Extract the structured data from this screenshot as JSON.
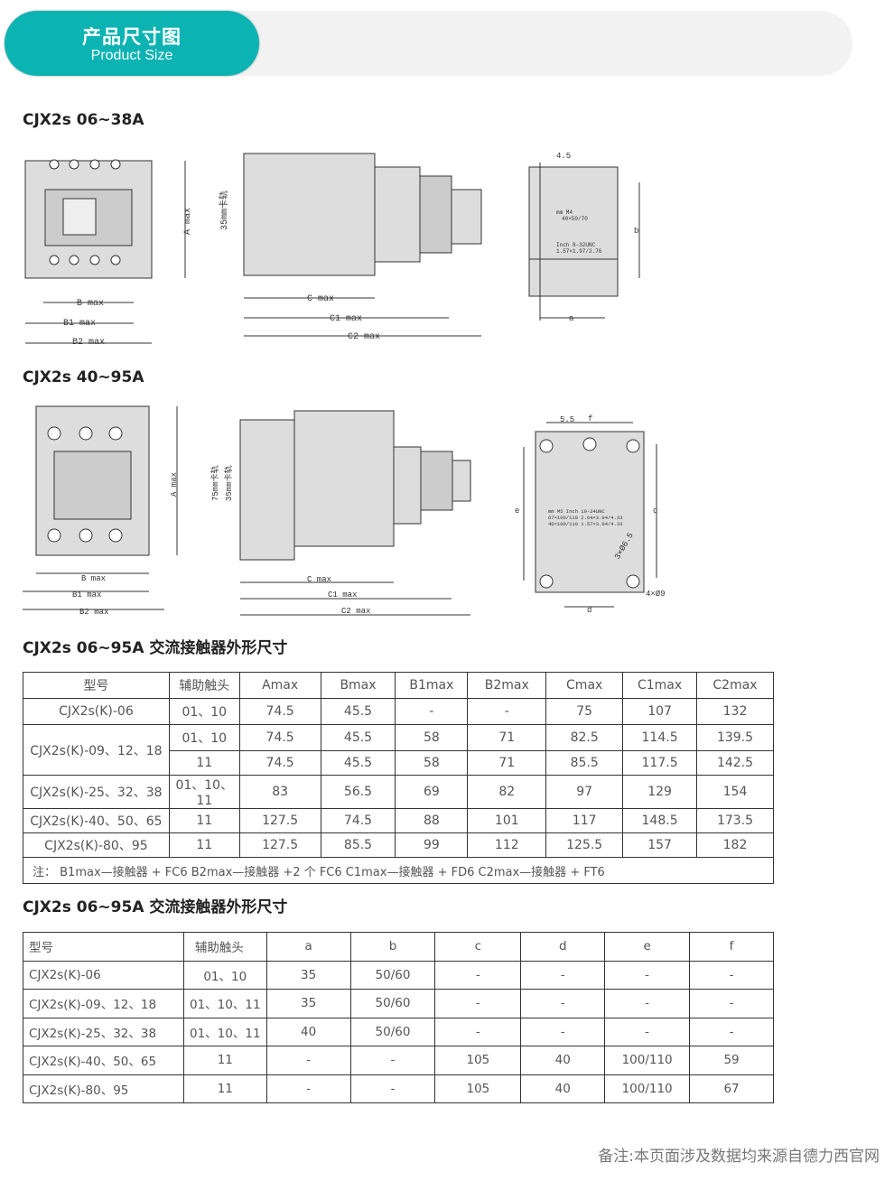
{
  "header": {
    "title_cn": "产品尺寸图",
    "title_en": "Product Size"
  },
  "section1": {
    "title": "CJX2s 06~38A",
    "labels": {
      "a": "A max",
      "b": "B max",
      "b1": "B1 max",
      "b2": "B2 max",
      "c": "C max",
      "c1": "C1 max",
      "c2": "C2 max",
      "rail": "35mm卡轨",
      "dim45": "4.5",
      "mount_a": "a",
      "mount_b": "b",
      "plate_mm": "mm        M4",
      "plate_mm2": "40×50/70",
      "plate_in": "Inch 8-32UNC",
      "plate_in2": "1.57×1.97/2.76"
    }
  },
  "section2": {
    "title": "CJX2s 40~95A",
    "labels": {
      "a": "A max",
      "b": "B max",
      "b1": "B1 max",
      "b2": "B2 max",
      "c": "C max",
      "c1": "C1 max",
      "c2": "C2 max",
      "rail75": "75mm卡轨",
      "rail35": "35mm卡轨",
      "dim55": "5.5",
      "f": "f",
      "e": "e",
      "c_dim": "c",
      "d": "d",
      "holes3": "3×Ø6.5",
      "holes4": "4×Ø9",
      "plate1": "mm    M5   Inch  10-24UNC",
      "plate2": "67×100/110   2.64×3.94/4.33",
      "plate3": "40×100/110   1.57×3.94/4.33"
    }
  },
  "table1": {
    "title": "CJX2s 06~95A 交流接触器外形尺寸",
    "headers": [
      "型号",
      "辅助触头",
      "Amax",
      "Bmax",
      "B1max",
      "B2max",
      "Cmax",
      "C1max",
      "C2max"
    ],
    "rows": [
      [
        "CJX2s(K)-06",
        "01、10",
        "74.5",
        "45.5",
        "-",
        "-",
        "75",
        "107",
        "132"
      ],
      [
        "CJX2s(K)-09、12、18",
        "01、10",
        "74.5",
        "45.5",
        "58",
        "71",
        "82.5",
        "114.5",
        "139.5"
      ],
      [
        "",
        "11",
        "74.5",
        "45.5",
        "58",
        "71",
        "85.5",
        "117.5",
        "142.5"
      ],
      [
        "CJX2s(K)-25、32、38",
        "01、10、11",
        "83",
        "56.5",
        "69",
        "82",
        "97",
        "129",
        "154"
      ],
      [
        "CJX2s(K)-40、50、65",
        "11",
        "127.5",
        "74.5",
        "88",
        "101",
        "117",
        "148.5",
        "173.5"
      ],
      [
        "CJX2s(K)-80、95",
        "11",
        "127.5",
        "85.5",
        "99",
        "112",
        "125.5",
        "157",
        "182"
      ]
    ],
    "note": "注： B1max—接触器 + FC6 B2max—接触器 +2 个 FC6 C1max—接触器 + FD6 C2max—接触器 + FT6"
  },
  "table2": {
    "title": "CJX2s 06~95A 交流接触器外形尺寸",
    "headers": [
      "型号",
      "辅助触头",
      "a",
      "b",
      "c",
      "d",
      "e",
      "f"
    ],
    "rows": [
      [
        "CJX2s(K)-06",
        "01、10",
        "35",
        "50/60",
        "-",
        "-",
        "-",
        "-"
      ],
      [
        "CJX2s(K)-09、12、18",
        "01、10、11",
        "35",
        "50/60",
        "-",
        "-",
        "-",
        "-"
      ],
      [
        "CJX2s(K)-25、32、38",
        "01、10、11",
        "40",
        "50/60",
        "-",
        "-",
        "-",
        "-"
      ],
      [
        "CJX2s(K)-40、50、65",
        "11",
        "-",
        "-",
        "105",
        "40",
        "100/110",
        "59"
      ],
      [
        "CJX2s(K)-80、95",
        "11",
        "-",
        "-",
        "105",
        "40",
        "100/110",
        "67"
      ]
    ]
  },
  "footer": "备注:本页面涉及数据均来源自德力西官网"
}
